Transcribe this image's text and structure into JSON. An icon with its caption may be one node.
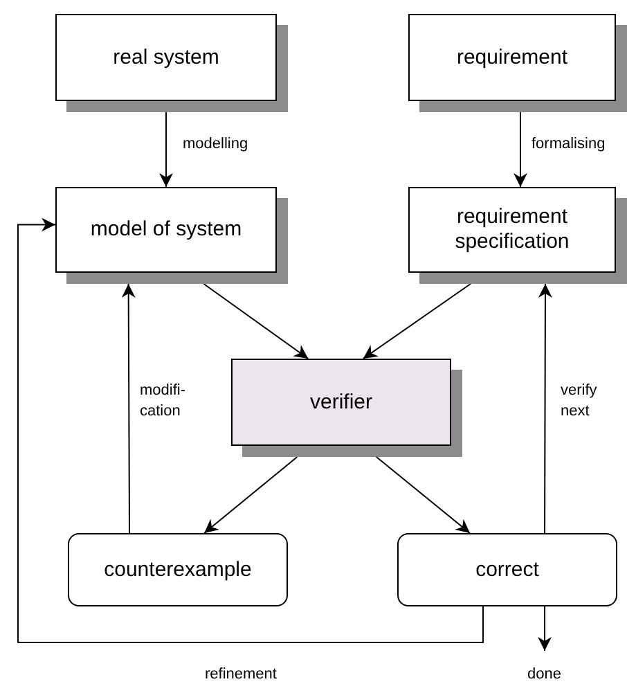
{
  "diagram": {
    "nodes": [
      {
        "text": [
          "real system"
        ]
      },
      {
        "text": [
          "requirement"
        ]
      },
      {
        "text": [
          "model of system"
        ]
      },
      {
        "text": [
          "requirement specification"
        ]
      },
      {
        "text": [
          "verifier"
        ]
      },
      {
        "text": [
          "counterexample"
        ]
      },
      {
        "text": [
          "correct"
        ]
      }
    ],
    "edges": [
      {
        "from": 0,
        "to": 2,
        "arrow": "to",
        "label": "modelling"
      },
      {
        "from": 1,
        "to": 3,
        "arrow": "to",
        "label": "formalising"
      },
      {
        "from": 2,
        "to": 4,
        "arrow": "to"
      },
      {
        "from": 3,
        "to": 4,
        "arrow": "to"
      },
      {
        "from": 4,
        "to": 5,
        "arrow": "to"
      },
      {
        "from": 4,
        "to": 6,
        "arrow": "to"
      },
      {
        "from": 5,
        "to": 2,
        "arrow": "to",
        "label": "modifi- cation"
      },
      {
        "from": 6,
        "to": 3,
        "arrow": "to",
        "label": "verify next"
      },
      {
        "from": 6,
        "to": 2,
        "arrow": "to",
        "label": "refinement"
      },
      {
        "from": 6,
        "to": null,
        "arrow": "to",
        "label": "done"
      }
    ]
  }
}
